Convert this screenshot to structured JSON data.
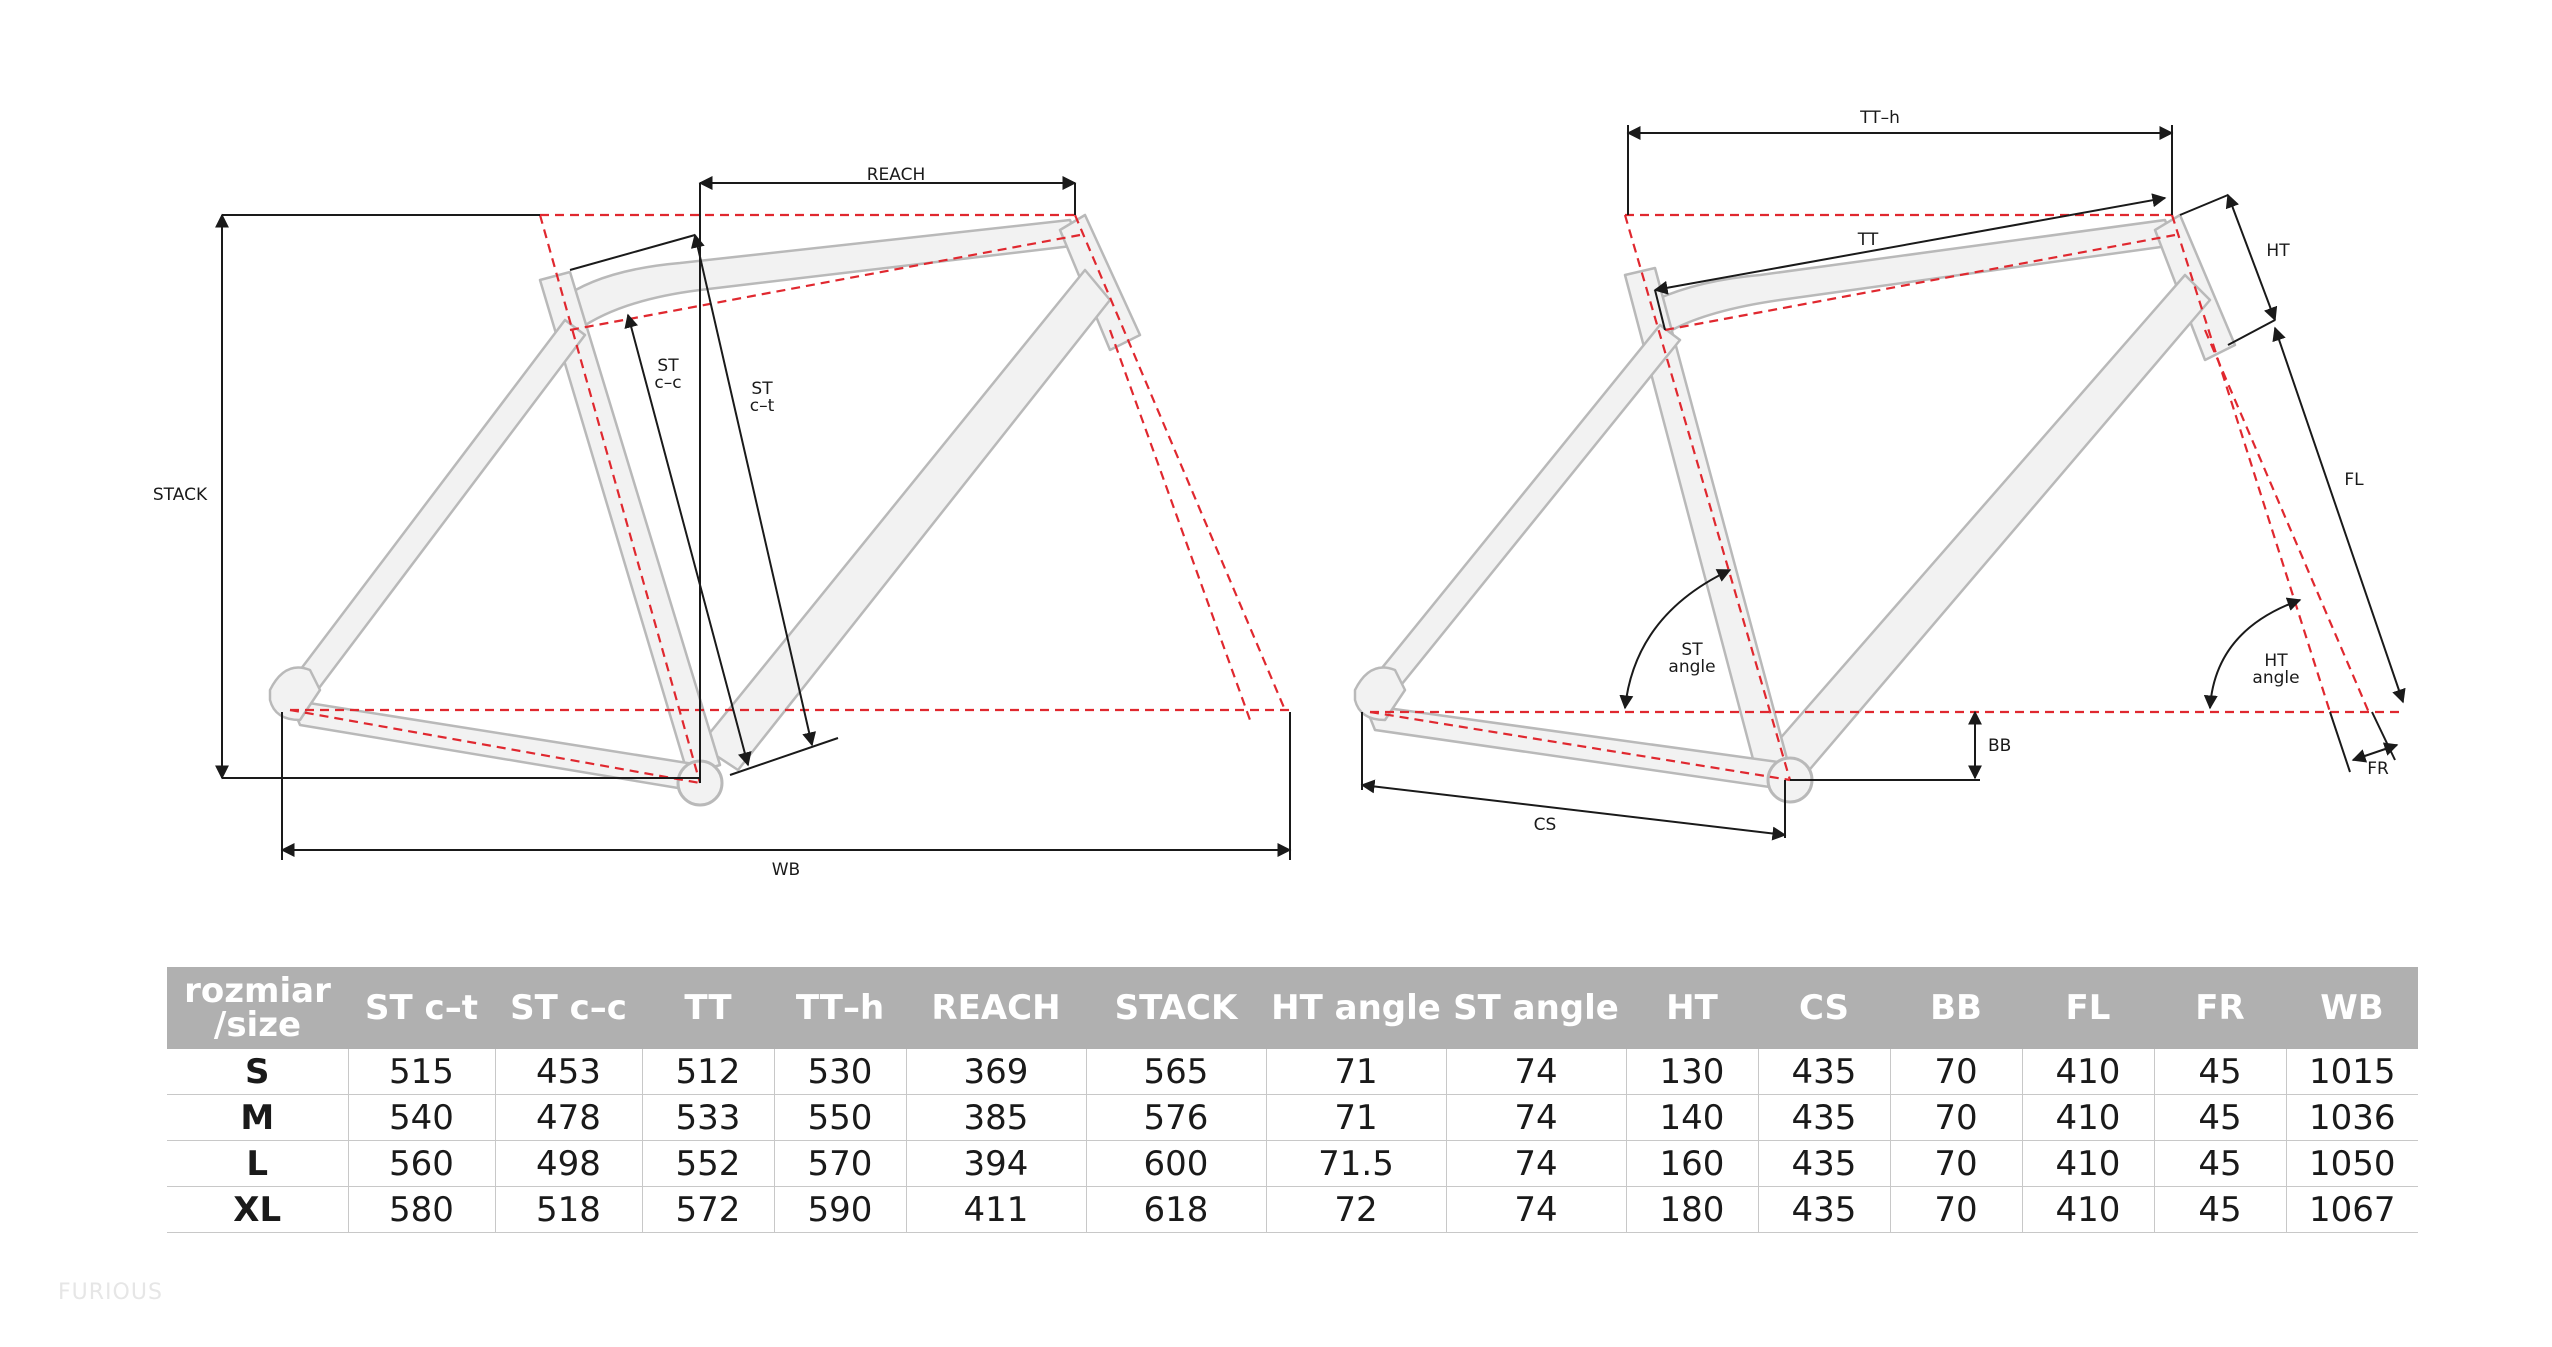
{
  "diagram_left": {
    "labels": {
      "reach": "REACH",
      "stack": "STACK",
      "st_ct_line1": "ST",
      "st_ct_line2": "c–t",
      "st_cc_line1": "ST",
      "st_cc_line2": "c–c",
      "wb": "WB"
    }
  },
  "diagram_right": {
    "labels": {
      "tt_h": "TT–h",
      "tt": "TT",
      "ht": "HT",
      "fl": "FL",
      "st_angle_line1": "ST",
      "st_angle_line2": "angle",
      "ht_angle_line1": "HT",
      "ht_angle_line2": "angle",
      "bb": "BB",
      "cs": "CS",
      "fr": "FR"
    }
  },
  "table": {
    "headers": [
      "rozmiar\n/size",
      "ST c–t",
      "ST c–c",
      "TT",
      "TT–h",
      "REACH",
      "STACK",
      "HT angle",
      "ST angle",
      "HT",
      "CS",
      "BB",
      "FL",
      "FR",
      "WB"
    ],
    "rows": [
      [
        "S",
        "515",
        "453",
        "512",
        "530",
        "369",
        "565",
        "71",
        "74",
        "130",
        "435",
        "70",
        "410",
        "45",
        "1015"
      ],
      [
        "M",
        "540",
        "478",
        "533",
        "550",
        "385",
        "576",
        "71",
        "74",
        "140",
        "435",
        "70",
        "410",
        "45",
        "1036"
      ],
      [
        "L",
        "560",
        "498",
        "552",
        "570",
        "394",
        "600",
        "71.5",
        "74",
        "160",
        "435",
        "70",
        "410",
        "45",
        "1050"
      ],
      [
        "XL",
        "580",
        "518",
        "572",
        "590",
        "411",
        "618",
        "72",
        "74",
        "180",
        "435",
        "70",
        "410",
        "45",
        "1067"
      ]
    ]
  },
  "brand": "FURIOUS",
  "colors": {
    "dash": "#e0282f",
    "header_bg": "#b0b0b0",
    "frame_fill": "#f2f2f2"
  }
}
